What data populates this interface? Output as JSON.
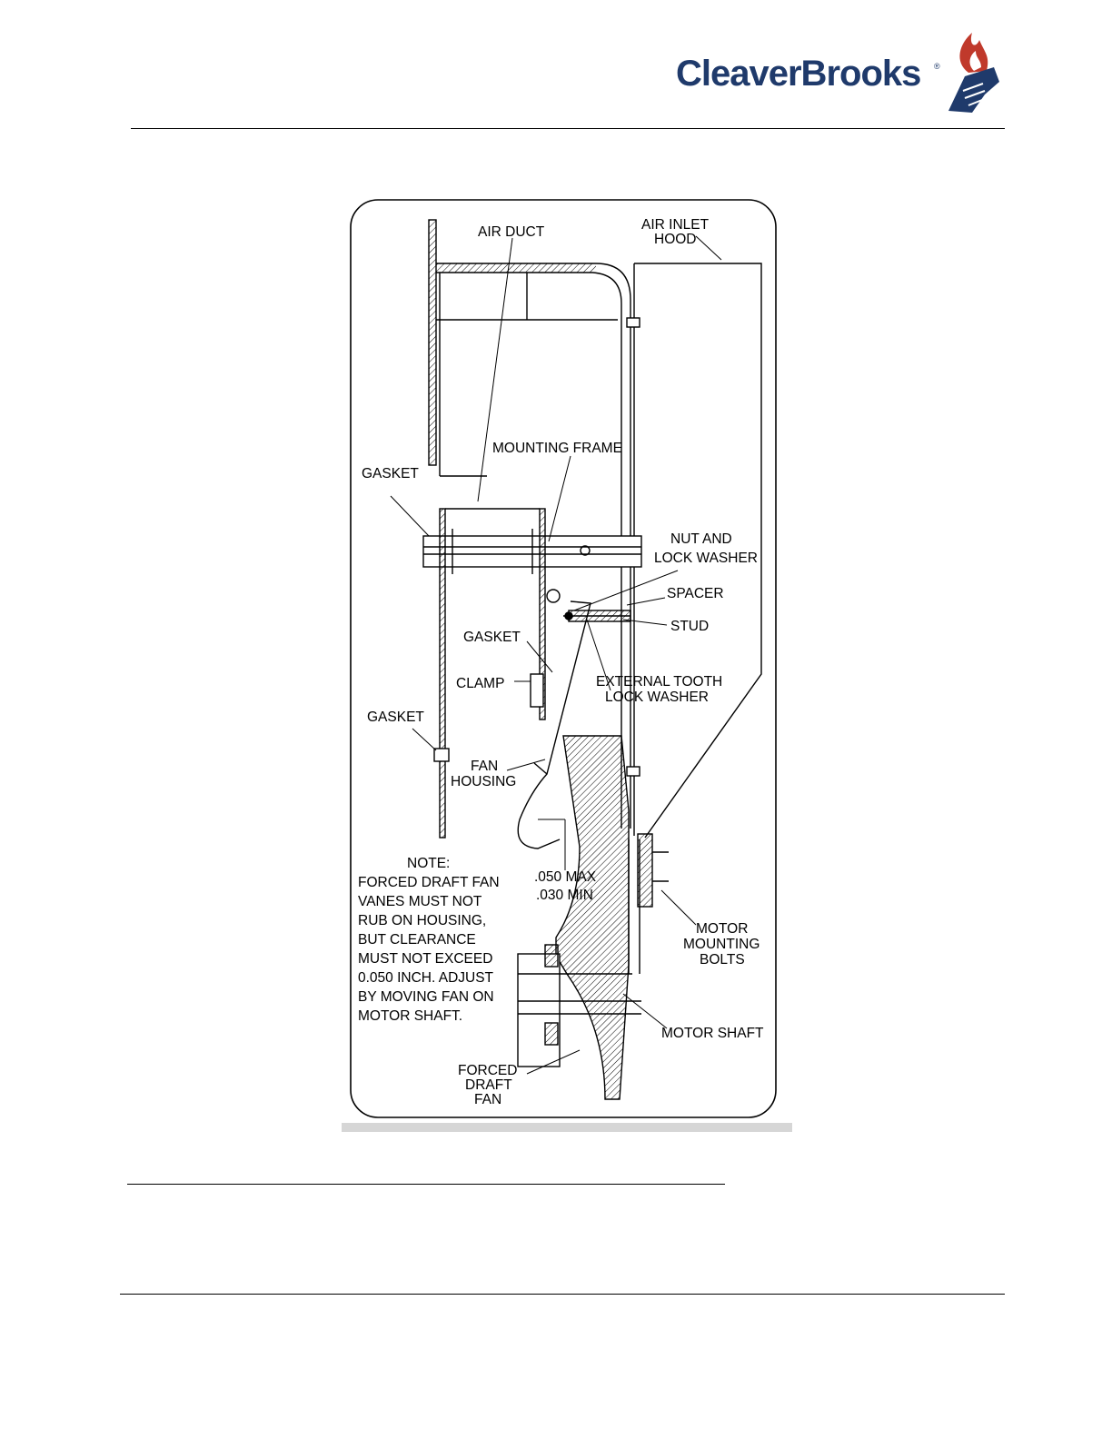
{
  "header": {
    "logo_text": "CleaverBrooks",
    "colors": {
      "brand_blue": "#1f3a6b",
      "brand_red": "#c0392b"
    }
  },
  "figure": {
    "labels": {
      "air_duct": "AIR DUCT",
      "air_inlet_hood_1": "AIR INLET",
      "air_inlet_hood_2": "HOOD",
      "mounting_frame": "MOUNTING FRAME",
      "gasket_top": "GASKET",
      "nut_and_1": "NUT AND",
      "nut_and_2": "LOCK WASHER",
      "spacer": "SPACER",
      "stud": "STUD",
      "gasket_mid": "GASKET",
      "clamp": "CLAMP",
      "ext_tooth_1": "EXTERNAL TOOTH",
      "ext_tooth_2": "LOCK WASHER",
      "gasket_low": "GASKET",
      "fan_housing_1": "FAN",
      "fan_housing_2": "HOUSING",
      "note_title": "NOTE:",
      "note_1": "FORCED DRAFT FAN",
      "note_2": "VANES MUST NOT",
      "note_3": "RUB ON HOUSING,",
      "note_4": "BUT CLEARANCE",
      "note_5": "MUST NOT EXCEED",
      "note_6": "0.050 INCH. ADJUST",
      "note_7": "BY MOVING FAN ON",
      "note_8": "MOTOR SHAFT.",
      "clear_max": ".050 MAX",
      "clear_min": ".030 MIN",
      "motor_bolts_1": "MOTOR",
      "motor_bolts_2": "MOUNTING",
      "motor_bolts_3": "BOLTS",
      "motor_shaft": "MOTOR SHAFT",
      "fan_1": "FORCED",
      "fan_2": "DRAFT",
      "fan_3": "FAN"
    }
  }
}
